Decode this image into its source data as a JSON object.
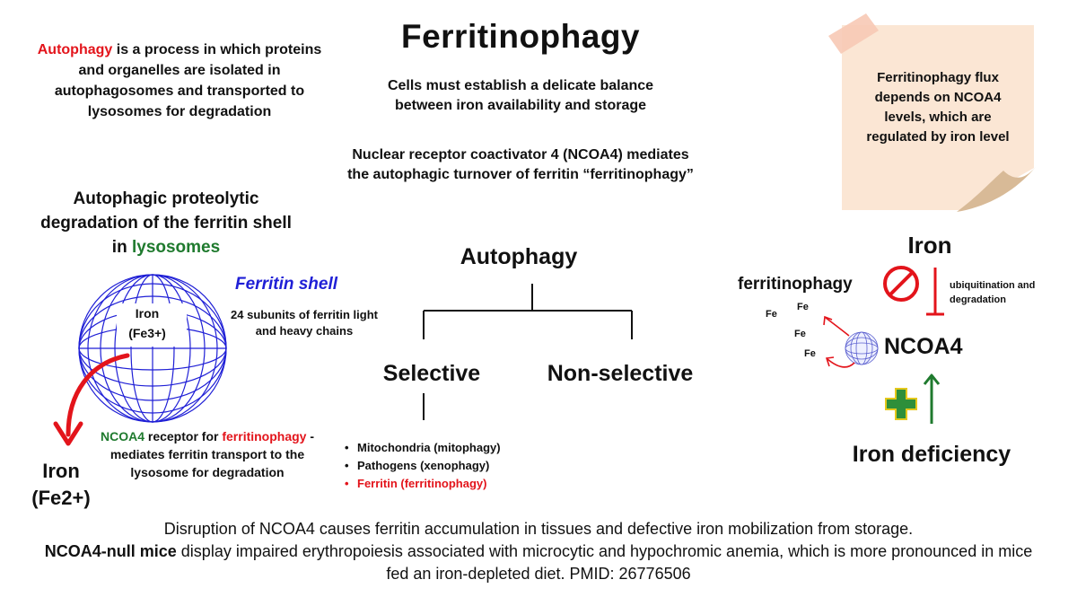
{
  "header": {
    "title": "Ferritinophagy",
    "autophagy_def": {
      "highlight": "Autophagy",
      "rest": " is a process in which proteins and organelles are isolated in autophagosomes and transported to lysosomes for degradation"
    },
    "balance_text": "Cells must establish a delicate balance between iron availability and storage",
    "ncoa4_text": "Nuclear receptor coactivator 4 (NCOA4) mediates the autophagic turnover of ferritin “ferritinophagy”"
  },
  "note": {
    "text": "Ferritinophagy flux depends on NCOA4 levels, which are regulated by iron level"
  },
  "left_panel": {
    "degradation_title": {
      "before": "Autophagic proteolytic degradation of the ferritin shell in ",
      "highlight": "lysosomes"
    },
    "ferritin_shell_title": "Ferritin shell",
    "ferritin_shell_sub": "24 subunits of ferritin light and heavy chains",
    "iron_inside_1": "Iron",
    "iron_inside_2": "(Fe3+)",
    "iron_out_1": "Iron",
    "iron_out_2": "(Fe2+)",
    "receptor_text": {
      "ncoa4": "NCOA4",
      "part1": " receptor for ",
      "ferritinophagy": "ferritinophagy",
      "part2": " - mediates ferritin transport to the lysosome for degradation"
    }
  },
  "tree": {
    "root": "Autophagy",
    "selective": "Selective",
    "non_selective": "Non-selective",
    "items": [
      "Mitochondria (mitophagy)",
      "Pathogens (xenophagy)",
      "Ferritin (ferritinophagy)"
    ]
  },
  "right_panel": {
    "iron": "Iron",
    "ferritinophagy": "ferritinophagy",
    "ubiquitination": "ubiquitination and degradation",
    "ncoa4": "NCOA4",
    "iron_deficiency": "Iron deficiency",
    "fe_labels": [
      "Fe",
      "Fe",
      "Fe",
      "Fe"
    ]
  },
  "footer": {
    "line1": "Disruption of NCOA4 causes ferritin accumulation in tissues and defective iron mobilization from storage.",
    "bold": "NCOA4-null mice",
    "line2": " display impaired erythropoiesis associated with microcytic and hypochromic anemia, which is more pronounced in mice fed an iron-depleted diet. PMID: 26776506"
  },
  "colors": {
    "red": "#e3141b",
    "green": "#1f7a2e",
    "blue": "#1f1fd6",
    "note": "#fbe6d4"
  }
}
